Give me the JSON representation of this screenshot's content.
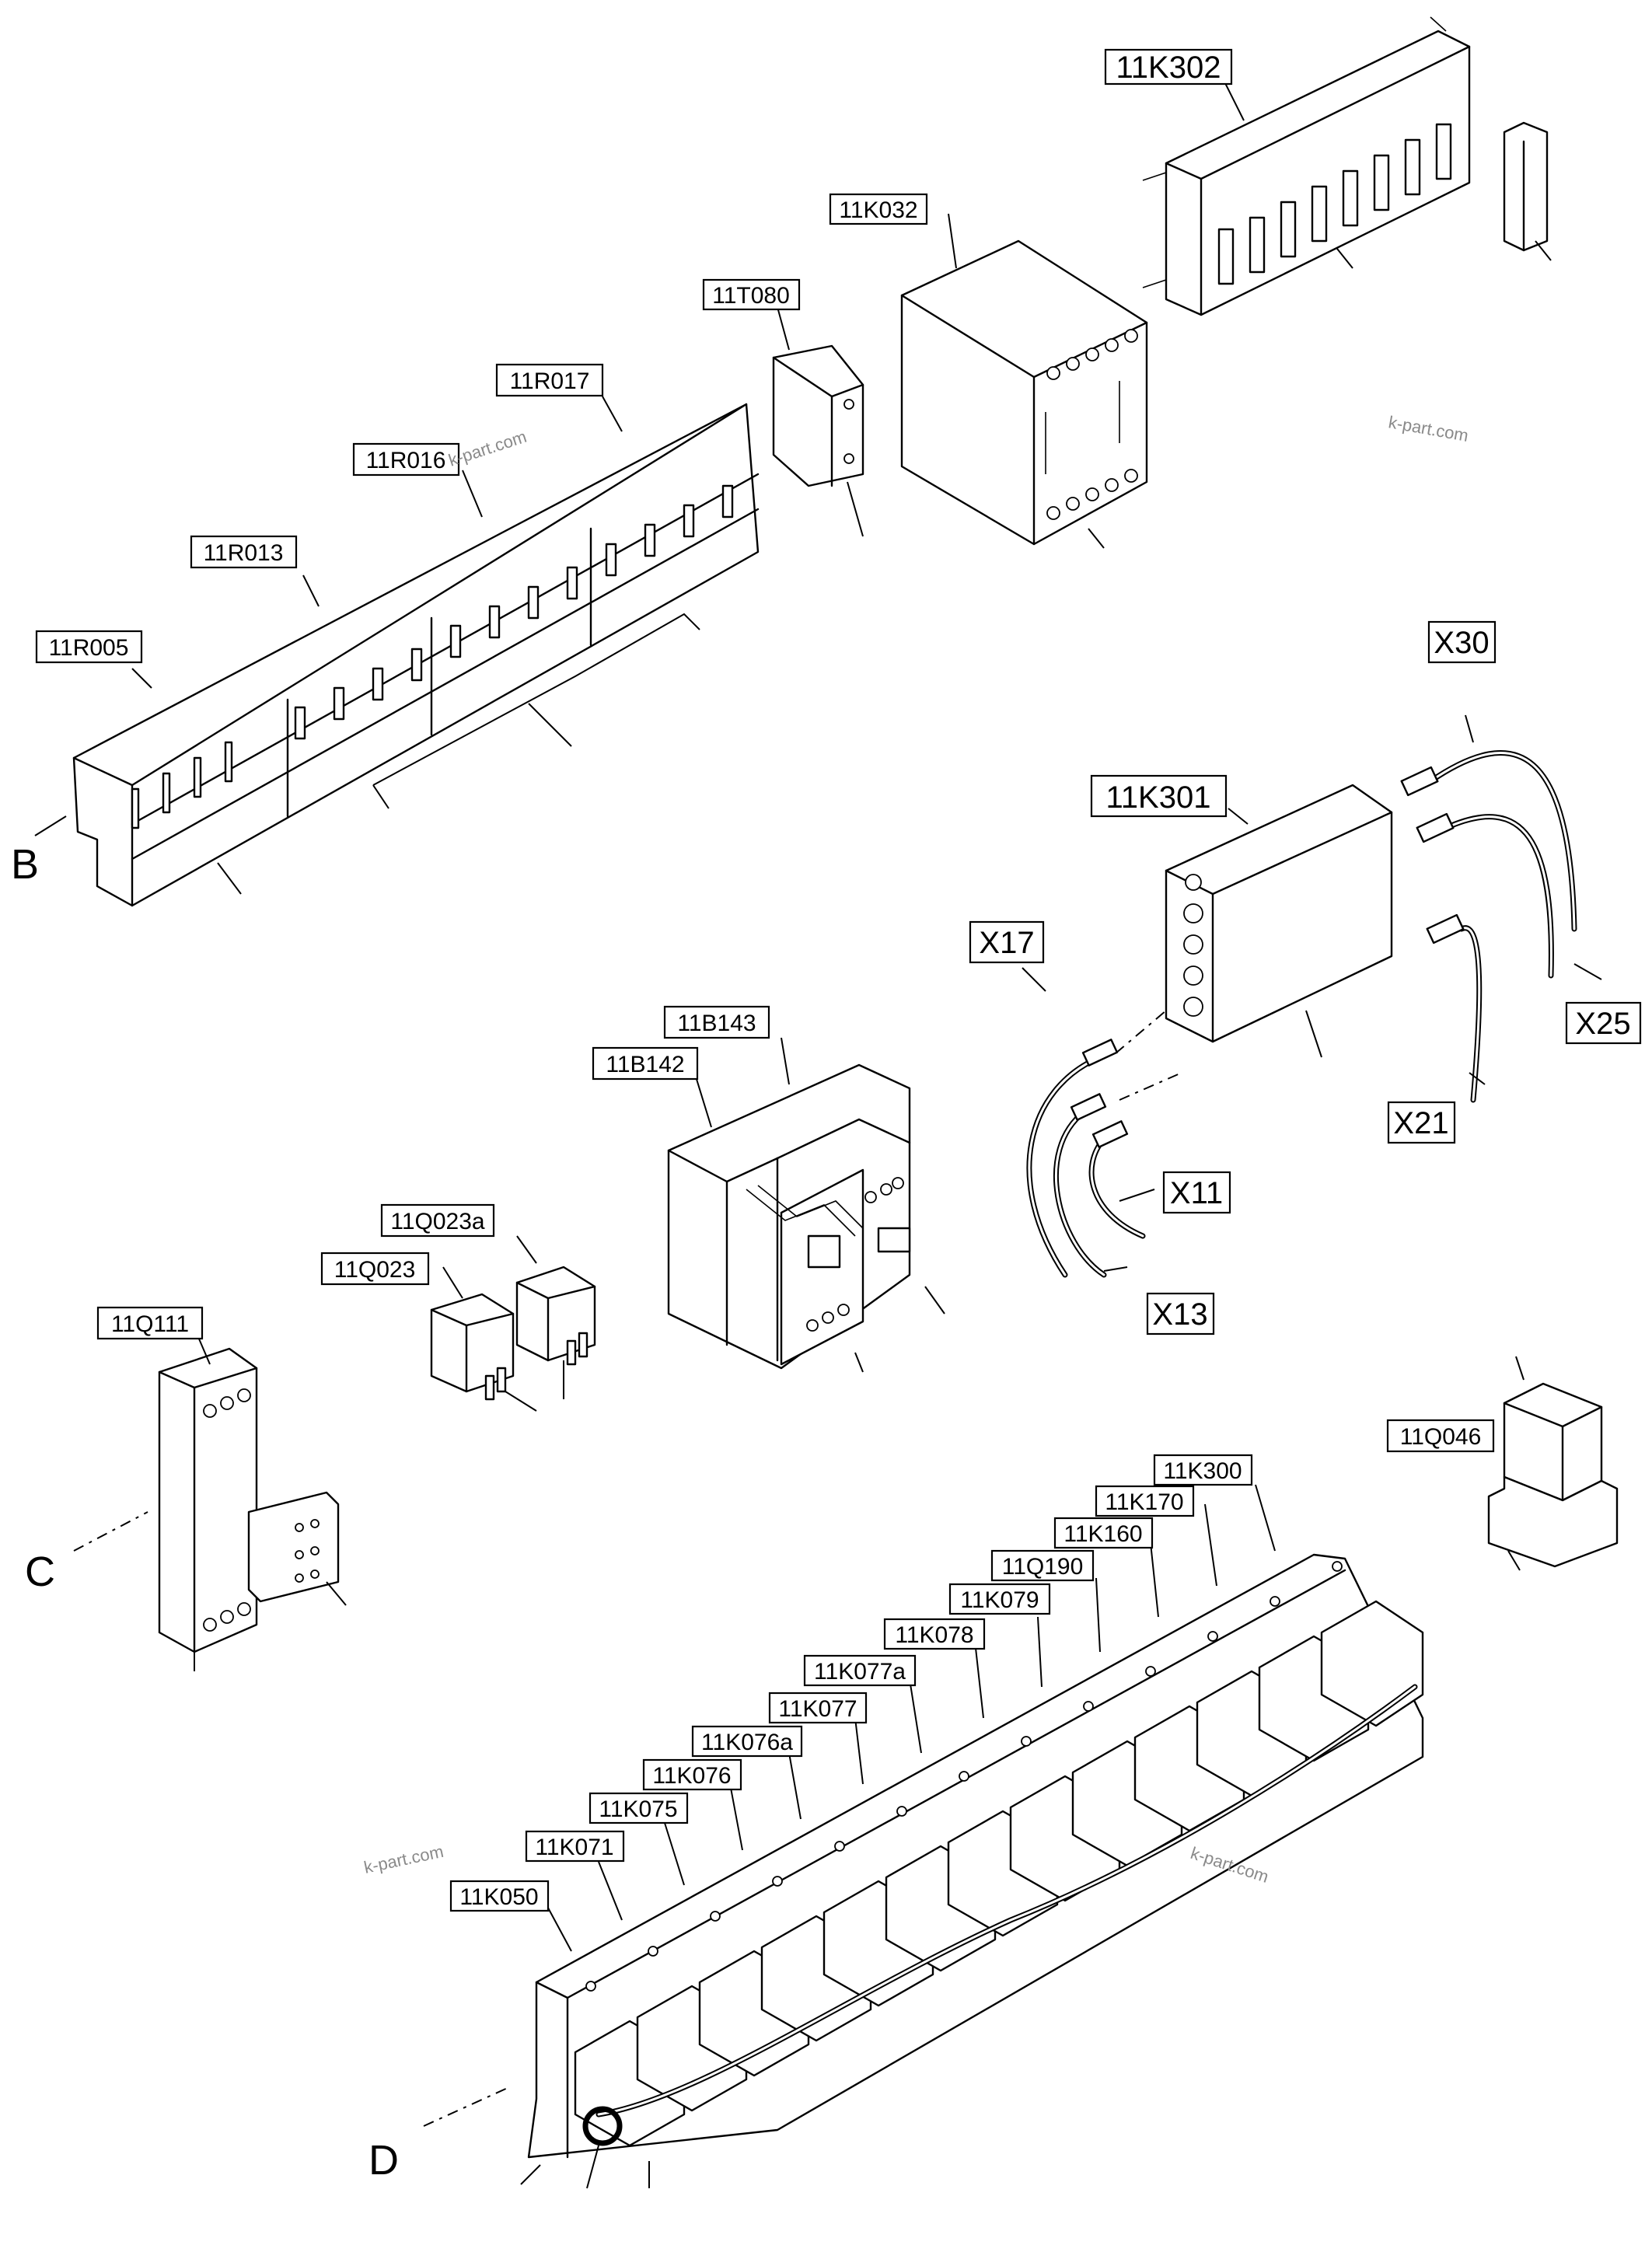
{
  "labels": [
    {
      "id": "11K302",
      "text": "11K302"
    },
    {
      "id": "11K032",
      "text": "11K032"
    },
    {
      "id": "11T080",
      "text": "11T080"
    },
    {
      "id": "11R017",
      "text": "11R017"
    },
    {
      "id": "11R016",
      "text": "11R016"
    },
    {
      "id": "11R013",
      "text": "11R013"
    },
    {
      "id": "11R005",
      "text": "11R005"
    },
    {
      "id": "11K301",
      "text": "11K301"
    },
    {
      "id": "X30",
      "text": "X30"
    },
    {
      "id": "X17",
      "text": "X17"
    },
    {
      "id": "X25",
      "text": "X25"
    },
    {
      "id": "X21",
      "text": "X21"
    },
    {
      "id": "X11",
      "text": "X11"
    },
    {
      "id": "X13",
      "text": "X13"
    },
    {
      "id": "11B143",
      "text": "11B143"
    },
    {
      "id": "11B142",
      "text": "11B142"
    },
    {
      "id": "11Q023a",
      "text": "11Q023a"
    },
    {
      "id": "11Q023",
      "text": "11Q023"
    },
    {
      "id": "11Q111",
      "text": "11Q111"
    },
    {
      "id": "11Q046",
      "text": "11Q046"
    },
    {
      "id": "11K300",
      "text": "11K300"
    },
    {
      "id": "11K170",
      "text": "11K170"
    },
    {
      "id": "11K160",
      "text": "11K160"
    },
    {
      "id": "11Q190",
      "text": "11Q190"
    },
    {
      "id": "11K079",
      "text": "11K079"
    },
    {
      "id": "11K078",
      "text": "11K078"
    },
    {
      "id": "11K077a",
      "text": "11K077a"
    },
    {
      "id": "11K077",
      "text": "11K077"
    },
    {
      "id": "11K076a",
      "text": "11K076a"
    },
    {
      "id": "11K076",
      "text": "11K076"
    },
    {
      "id": "11K075",
      "text": "11K075"
    },
    {
      "id": "11K071",
      "text": "11K071"
    },
    {
      "id": "11K050",
      "text": "11K050"
    }
  ],
  "view_labels": {
    "b": "B",
    "c": "C",
    "d": "D"
  },
  "watermarks": [
    "k-part.com",
    "k-part.com",
    "k-part.com",
    "k-part.com"
  ]
}
